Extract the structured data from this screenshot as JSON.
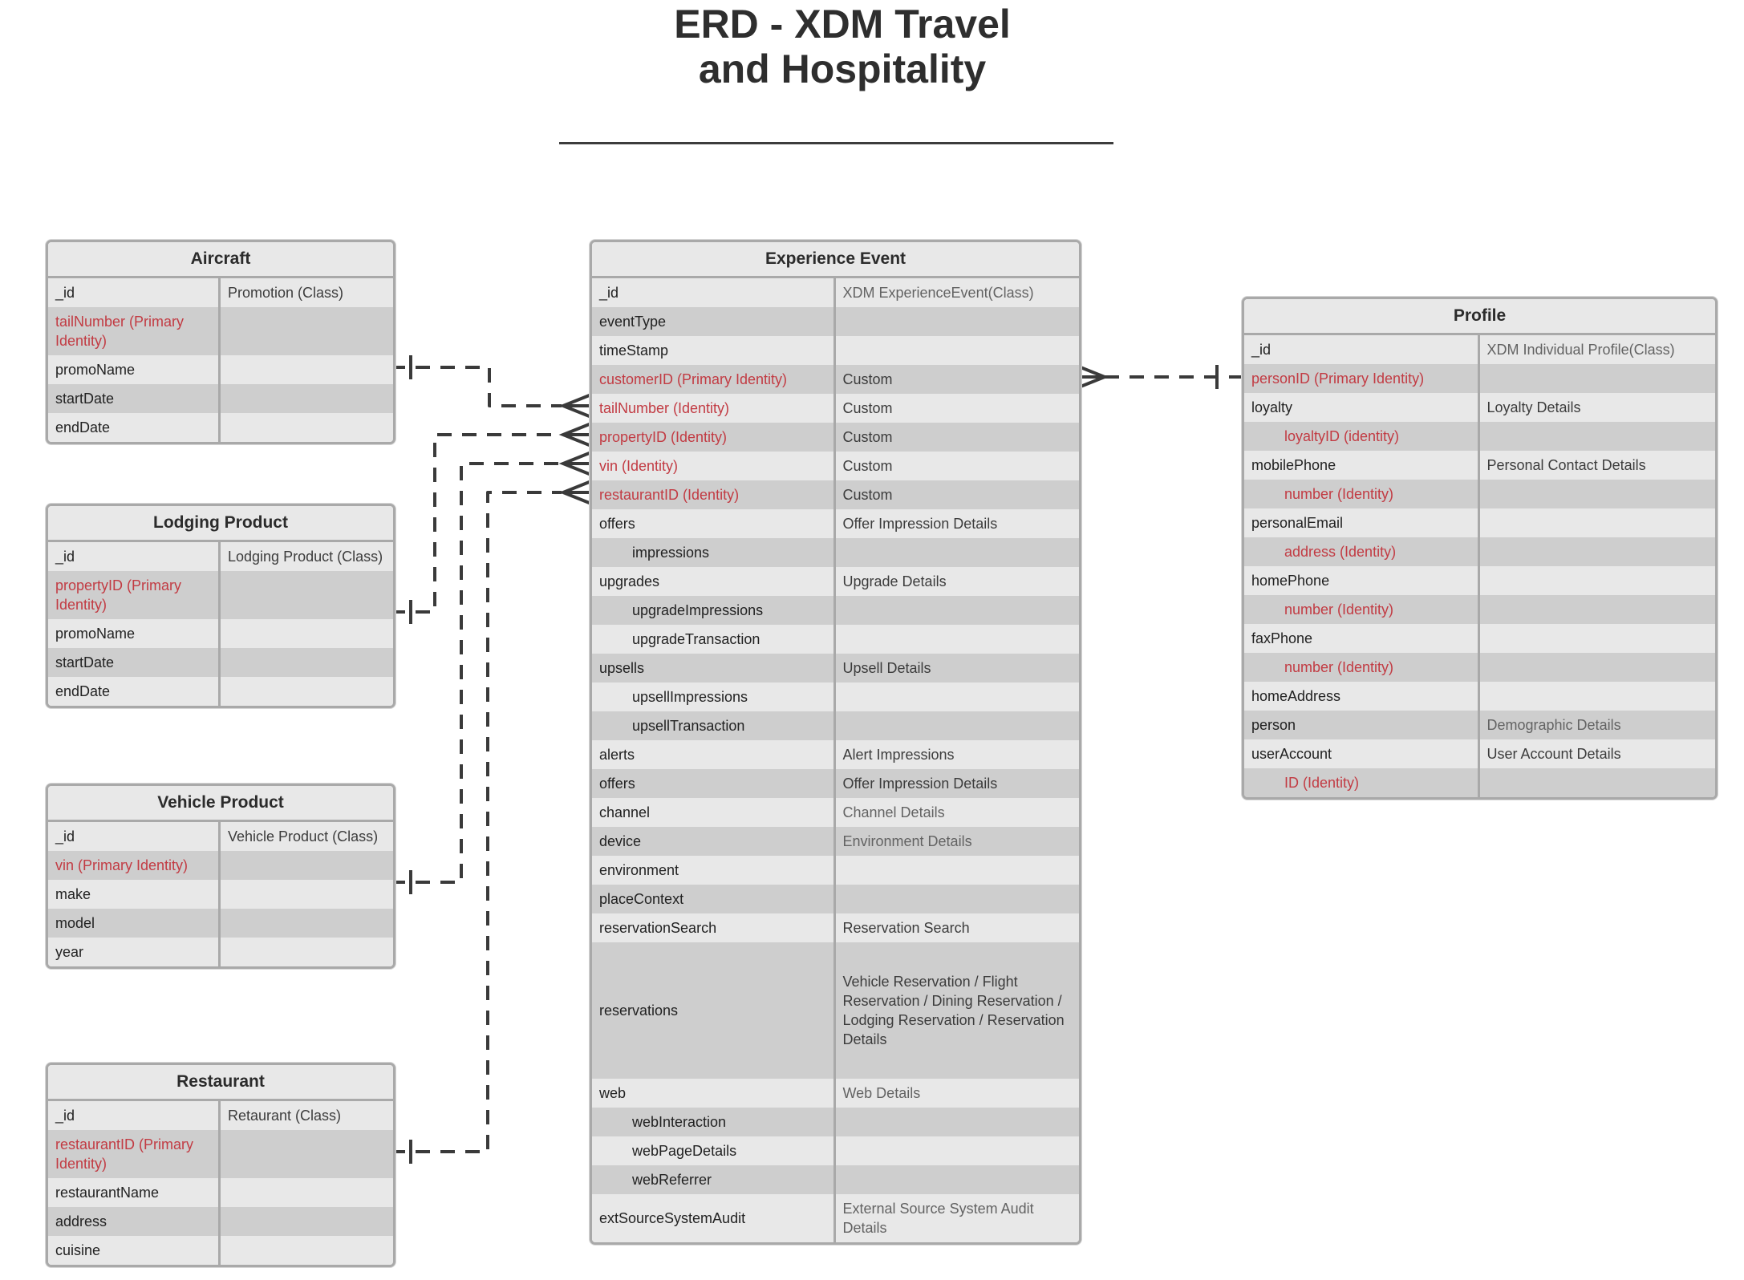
{
  "page_title": {
    "line1": "ERD - XDM Travel",
    "line2": "and Hospitality"
  },
  "colors": {
    "identity_red": "#c23b43",
    "row_light": "#e8e8e8",
    "row_dark": "#cecece",
    "table_border": "#a9a9a9",
    "relationship_line": "#3a3a3a",
    "title_text": "#2e2e2e"
  },
  "tables": [
    {
      "id": "aircraft",
      "title": "Aircraft",
      "rows": [
        {
          "field": "_id",
          "value": "Promotion (Class)"
        },
        {
          "field": "tailNumber (Primary Identity)",
          "red": true
        },
        {
          "field": "promoName"
        },
        {
          "field": "startDate"
        },
        {
          "field": "endDate"
        }
      ]
    },
    {
      "id": "lodging-product",
      "title": "Lodging Product",
      "rows": [
        {
          "field": "_id",
          "value": "Lodging Product (Class)"
        },
        {
          "field": "propertyID (Primary Identity)",
          "red": true
        },
        {
          "field": "promoName"
        },
        {
          "field": "startDate"
        },
        {
          "field": "endDate"
        }
      ]
    },
    {
      "id": "vehicle-product",
      "title": "Vehicle Product",
      "rows": [
        {
          "field": "_id",
          "value": "Vehicle Product (Class)"
        },
        {
          "field": "vin (Primary Identity)",
          "red": true
        },
        {
          "field": "make"
        },
        {
          "field": "model"
        },
        {
          "field": "year"
        }
      ]
    },
    {
      "id": "restaurant",
      "title": "Restaurant",
      "rows": [
        {
          "field": "_id",
          "value": "Retaurant (Class)"
        },
        {
          "field": "restaurantID (Primary Identity)",
          "red": true
        },
        {
          "field": "restaurantName"
        },
        {
          "field": "address"
        },
        {
          "field": "cuisine"
        }
      ]
    },
    {
      "id": "experience-event",
      "title": "Experience Event",
      "rows": [
        {
          "field": "_id",
          "value": "XDM ExperienceEvent(Class)",
          "muted": true
        },
        {
          "field": "eventType"
        },
        {
          "field": "timeStamp"
        },
        {
          "field": "customerID (Primary Identity)",
          "red": true,
          "value": "Custom"
        },
        {
          "field": "tailNumber (Identity)",
          "red": true,
          "value": "Custom"
        },
        {
          "field": "propertyID (Identity)",
          "red": true,
          "value": "Custom"
        },
        {
          "field": "vin (Identity)",
          "red": true,
          "value": "Custom"
        },
        {
          "field": "restaurantID (Identity)",
          "red": true,
          "value": "Custom"
        },
        {
          "field": "offers",
          "value": "Offer Impression Details"
        },
        {
          "field": "impressions",
          "indent": true
        },
        {
          "field": "upgrades",
          "value": "Upgrade Details"
        },
        {
          "field": "upgradeImpressions",
          "indent": true
        },
        {
          "field": "upgradeTransaction",
          "indent": true
        },
        {
          "field": "upsells",
          "value": "Upsell Details"
        },
        {
          "field": "upsellImpressions",
          "indent": true
        },
        {
          "field": "upsellTransaction",
          "indent": true
        },
        {
          "field": "alerts",
          "value": "Alert Impressions"
        },
        {
          "field": "offers",
          "value": "Offer Impression Details"
        },
        {
          "field": "channel",
          "value": "Channel Details",
          "muted": true
        },
        {
          "field": "device",
          "value": "Environment Details",
          "muted": true
        },
        {
          "field": "environment"
        },
        {
          "field": "placeContext"
        },
        {
          "field": "reservationSearch",
          "value": "Reservation Search"
        },
        {
          "field": "reservations",
          "value": "Vehicle Reservation / Flight Reservation / Dining Reservation / Lodging Reservation / Reservation Details"
        },
        {
          "field": "web",
          "value": "Web Details",
          "muted": true
        },
        {
          "field": "webInteraction",
          "indent": true
        },
        {
          "field": "webPageDetails",
          "indent": true
        },
        {
          "field": "webReferrer",
          "indent": true
        },
        {
          "field": "extSourceSystemAudit",
          "value": "External Source System Audit Details",
          "muted": true
        }
      ]
    },
    {
      "id": "profile",
      "title": "Profile",
      "rows": [
        {
          "field": "_id",
          "value": "XDM Individual Profile(Class)",
          "muted": true
        },
        {
          "field": "personID (Primary Identity)",
          "red": true
        },
        {
          "field": "loyalty",
          "value": "Loyalty Details"
        },
        {
          "field": "loyaltyID (identity)",
          "red": true,
          "indent": true
        },
        {
          "field": "mobilePhone",
          "value": "Personal Contact Details"
        },
        {
          "field": "number (Identity)",
          "red": true,
          "indent": true
        },
        {
          "field": "personalEmail"
        },
        {
          "field": "address (Identity)",
          "red": true,
          "indent": true
        },
        {
          "field": "homePhone"
        },
        {
          "field": "number (Identity)",
          "red": true,
          "indent": true
        },
        {
          "field": "faxPhone"
        },
        {
          "field": "number (Identity)",
          "red": true,
          "indent": true
        },
        {
          "field": "homeAddress"
        },
        {
          "field": "person",
          "value": "Demographic Details",
          "muted": true
        },
        {
          "field": "userAccount",
          "value": "User Account Details"
        },
        {
          "field": "ID (Identity)",
          "red": true,
          "indent": true
        }
      ]
    }
  ],
  "relationships": [
    {
      "from": "Aircraft",
      "to": "Experience Event.tailNumber (Identity)",
      "from_cardinality": "one",
      "to_cardinality": "many",
      "style": "dashed"
    },
    {
      "from": "Lodging Product",
      "to": "Experience Event.propertyID (Identity)",
      "from_cardinality": "one",
      "to_cardinality": "many",
      "style": "dashed"
    },
    {
      "from": "Vehicle Product",
      "to": "Experience Event.vin (Identity)",
      "from_cardinality": "one",
      "to_cardinality": "many",
      "style": "dashed"
    },
    {
      "from": "Restaurant",
      "to": "Experience Event.restaurantID (Identity)",
      "from_cardinality": "one",
      "to_cardinality": "many",
      "style": "dashed"
    },
    {
      "from": "Profile.personID (Primary Identity)",
      "to": "Experience Event.customerID (Primary Identity)",
      "from_cardinality": "one",
      "to_cardinality": "many",
      "style": "dashed"
    }
  ]
}
